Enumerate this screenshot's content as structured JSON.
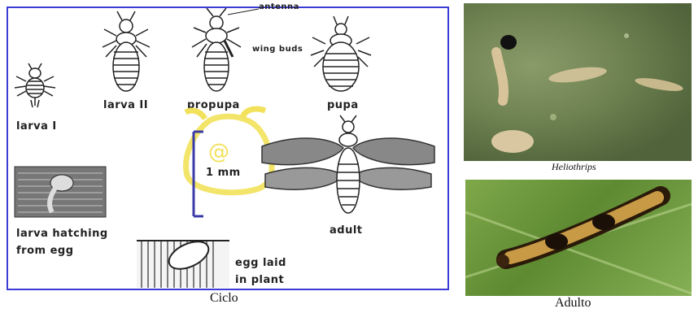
{
  "diagram": {
    "labels": {
      "larva1": "larva I",
      "larva2": "larva II",
      "propupa": "propupa",
      "pupa": "pupa",
      "antenna": "antenna",
      "wing_buds": "wing buds",
      "adult": "adult",
      "larva_hatching_line1": "larva hatching",
      "larva_hatching_line2": "from egg",
      "egg_laid_line1": "egg laid",
      "egg_laid_line2": "in plant",
      "scale": "1 mm",
      "watermark_symbol": "@"
    },
    "caption": "Ciclo"
  },
  "photos": [
    {
      "caption": "Heliothrips"
    },
    {
      "caption": "Adulto"
    }
  ],
  "colors": {
    "frame": "#3b3bd6",
    "highlight": "#f2e15a",
    "scale_bar": "#3a3aa8"
  }
}
